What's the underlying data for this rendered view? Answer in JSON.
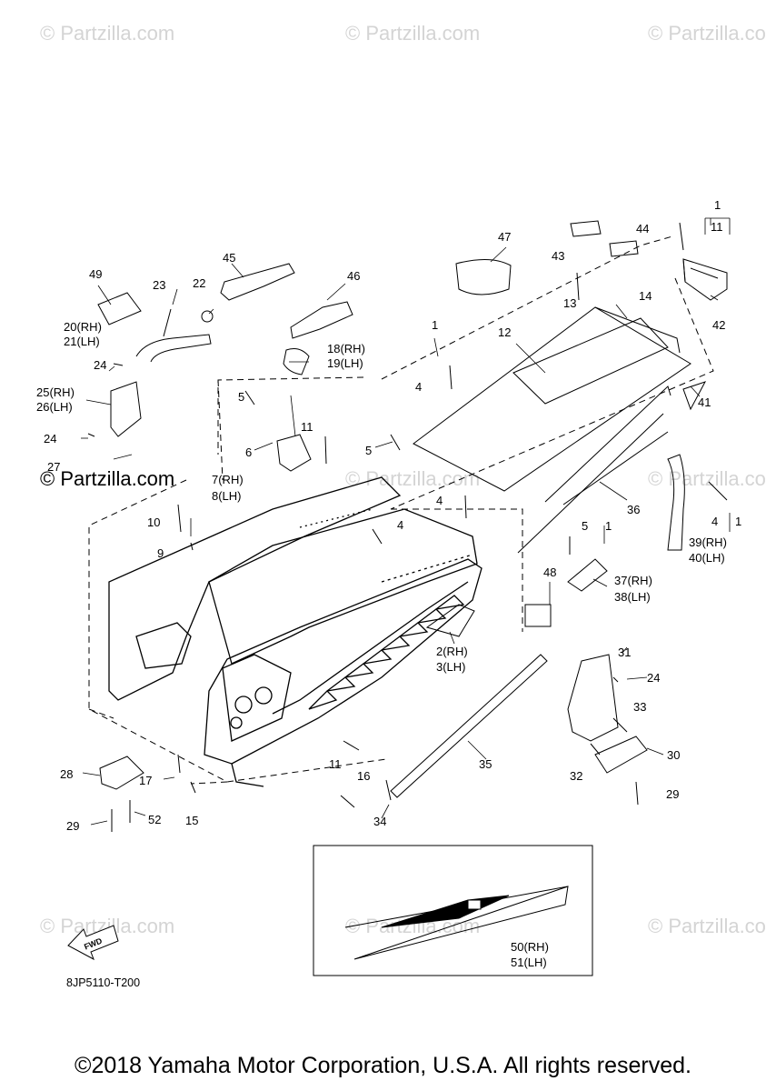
{
  "watermarks": {
    "top_left": "© Partzilla.com",
    "top_center": "© Partzilla.com",
    "top_right": "© Partzilla.com",
    "mid_left": "© Partzilla.com",
    "mid_center": "© Partzilla.com",
    "mid_right": "© Partzilla.com",
    "bottom_left": "© Partzilla.com",
    "bottom_center": "© Partzilla.com",
    "bottom_right": "© Partzilla.com"
  },
  "callouts": {
    "c1_top": "1",
    "c11_top": "11",
    "c44": "44",
    "c43": "43",
    "c47": "47",
    "c42": "42",
    "c45": "45",
    "c46": "46",
    "c49": "49",
    "c23": "23",
    "c22": "22",
    "c20": "20(RH)",
    "c21": "21(LH)",
    "c13": "13",
    "c14": "14",
    "c1_mid": "1",
    "c12": "12",
    "c18": "18(RH)",
    "c19": "19(LH)",
    "c24_a": "24",
    "c25": "25(RH)",
    "c26": "26(LH)",
    "c4_a": "4",
    "c41": "41",
    "c5_a": "5",
    "c11_a": "11",
    "c5_b": "5",
    "c6": "6",
    "c24_b": "24",
    "c27": "27",
    "c7": "7(RH)",
    "c8": "8(LH)",
    "c4_b": "4",
    "c36": "36",
    "c39": "39(RH)",
    "c40": "40(LH)",
    "c4_c": "4",
    "c1_c": "1",
    "c10": "10",
    "c4_d": "4",
    "c9": "9",
    "c5_c": "5",
    "c1_d": "1",
    "c48": "48",
    "c37": "37(RH)",
    "c38": "38(LH)",
    "c2": "2(RH)",
    "c3": "3(LH)",
    "c31": "31",
    "c24_c": "24",
    "c33": "33",
    "c30": "30",
    "c32": "32",
    "c29_a": "29",
    "c35": "35",
    "c11_b": "11",
    "c16": "16",
    "c28": "28",
    "c17": "17",
    "c15": "15",
    "c29_b": "29",
    "c52": "52",
    "c34": "34",
    "c50": "50(RH)",
    "c51": "51(LH)"
  },
  "fwd_label": "FWD",
  "diagram_code": "8JP5110-T200",
  "copyright": "©2018 Yamaha Motor Corporation, U.S.A. All rights reserved."
}
